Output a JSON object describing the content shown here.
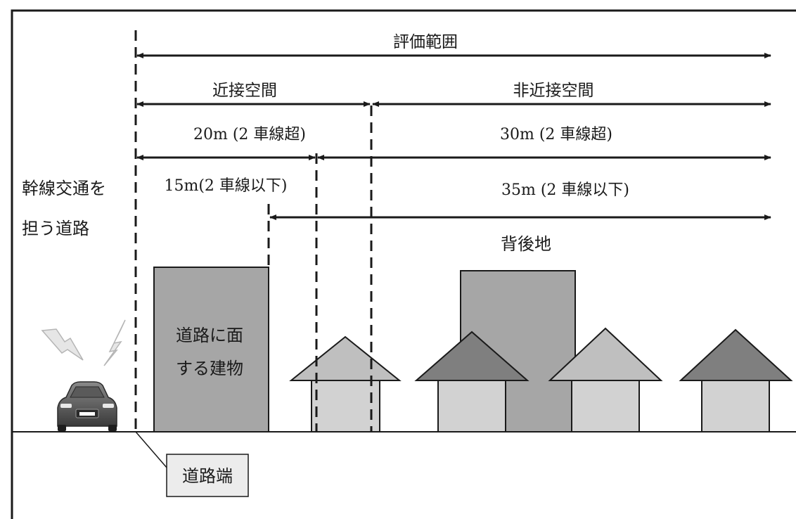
{
  "labels": {
    "eval_range": "評価範囲",
    "near_space": "近接空間",
    "non_near_space": "非近接空間",
    "near_over2": "20m (2 車線超)",
    "far_over2": "30m (2 車線超)",
    "near_le2": "15m(2 車線以下)",
    "far_le2": "35m (2 車線以下)",
    "road_line1": "幹線交通を",
    "road_line2": "担う道路",
    "backland": "背後地",
    "bld_line1": "道路に面",
    "bld_line2": "する建物",
    "road_edge": "道路端"
  },
  "colors": {
    "line": "#1a1a1a",
    "building_fill": "#a6a6a6",
    "roof_dark": "#7f7f7f",
    "roof_light": "#bfbfbf",
    "house_body": "#d2d2d2",
    "callout_fill": "#ececec"
  },
  "icons": {
    "car": "car-icon",
    "sound": "sound-wave-icon"
  }
}
